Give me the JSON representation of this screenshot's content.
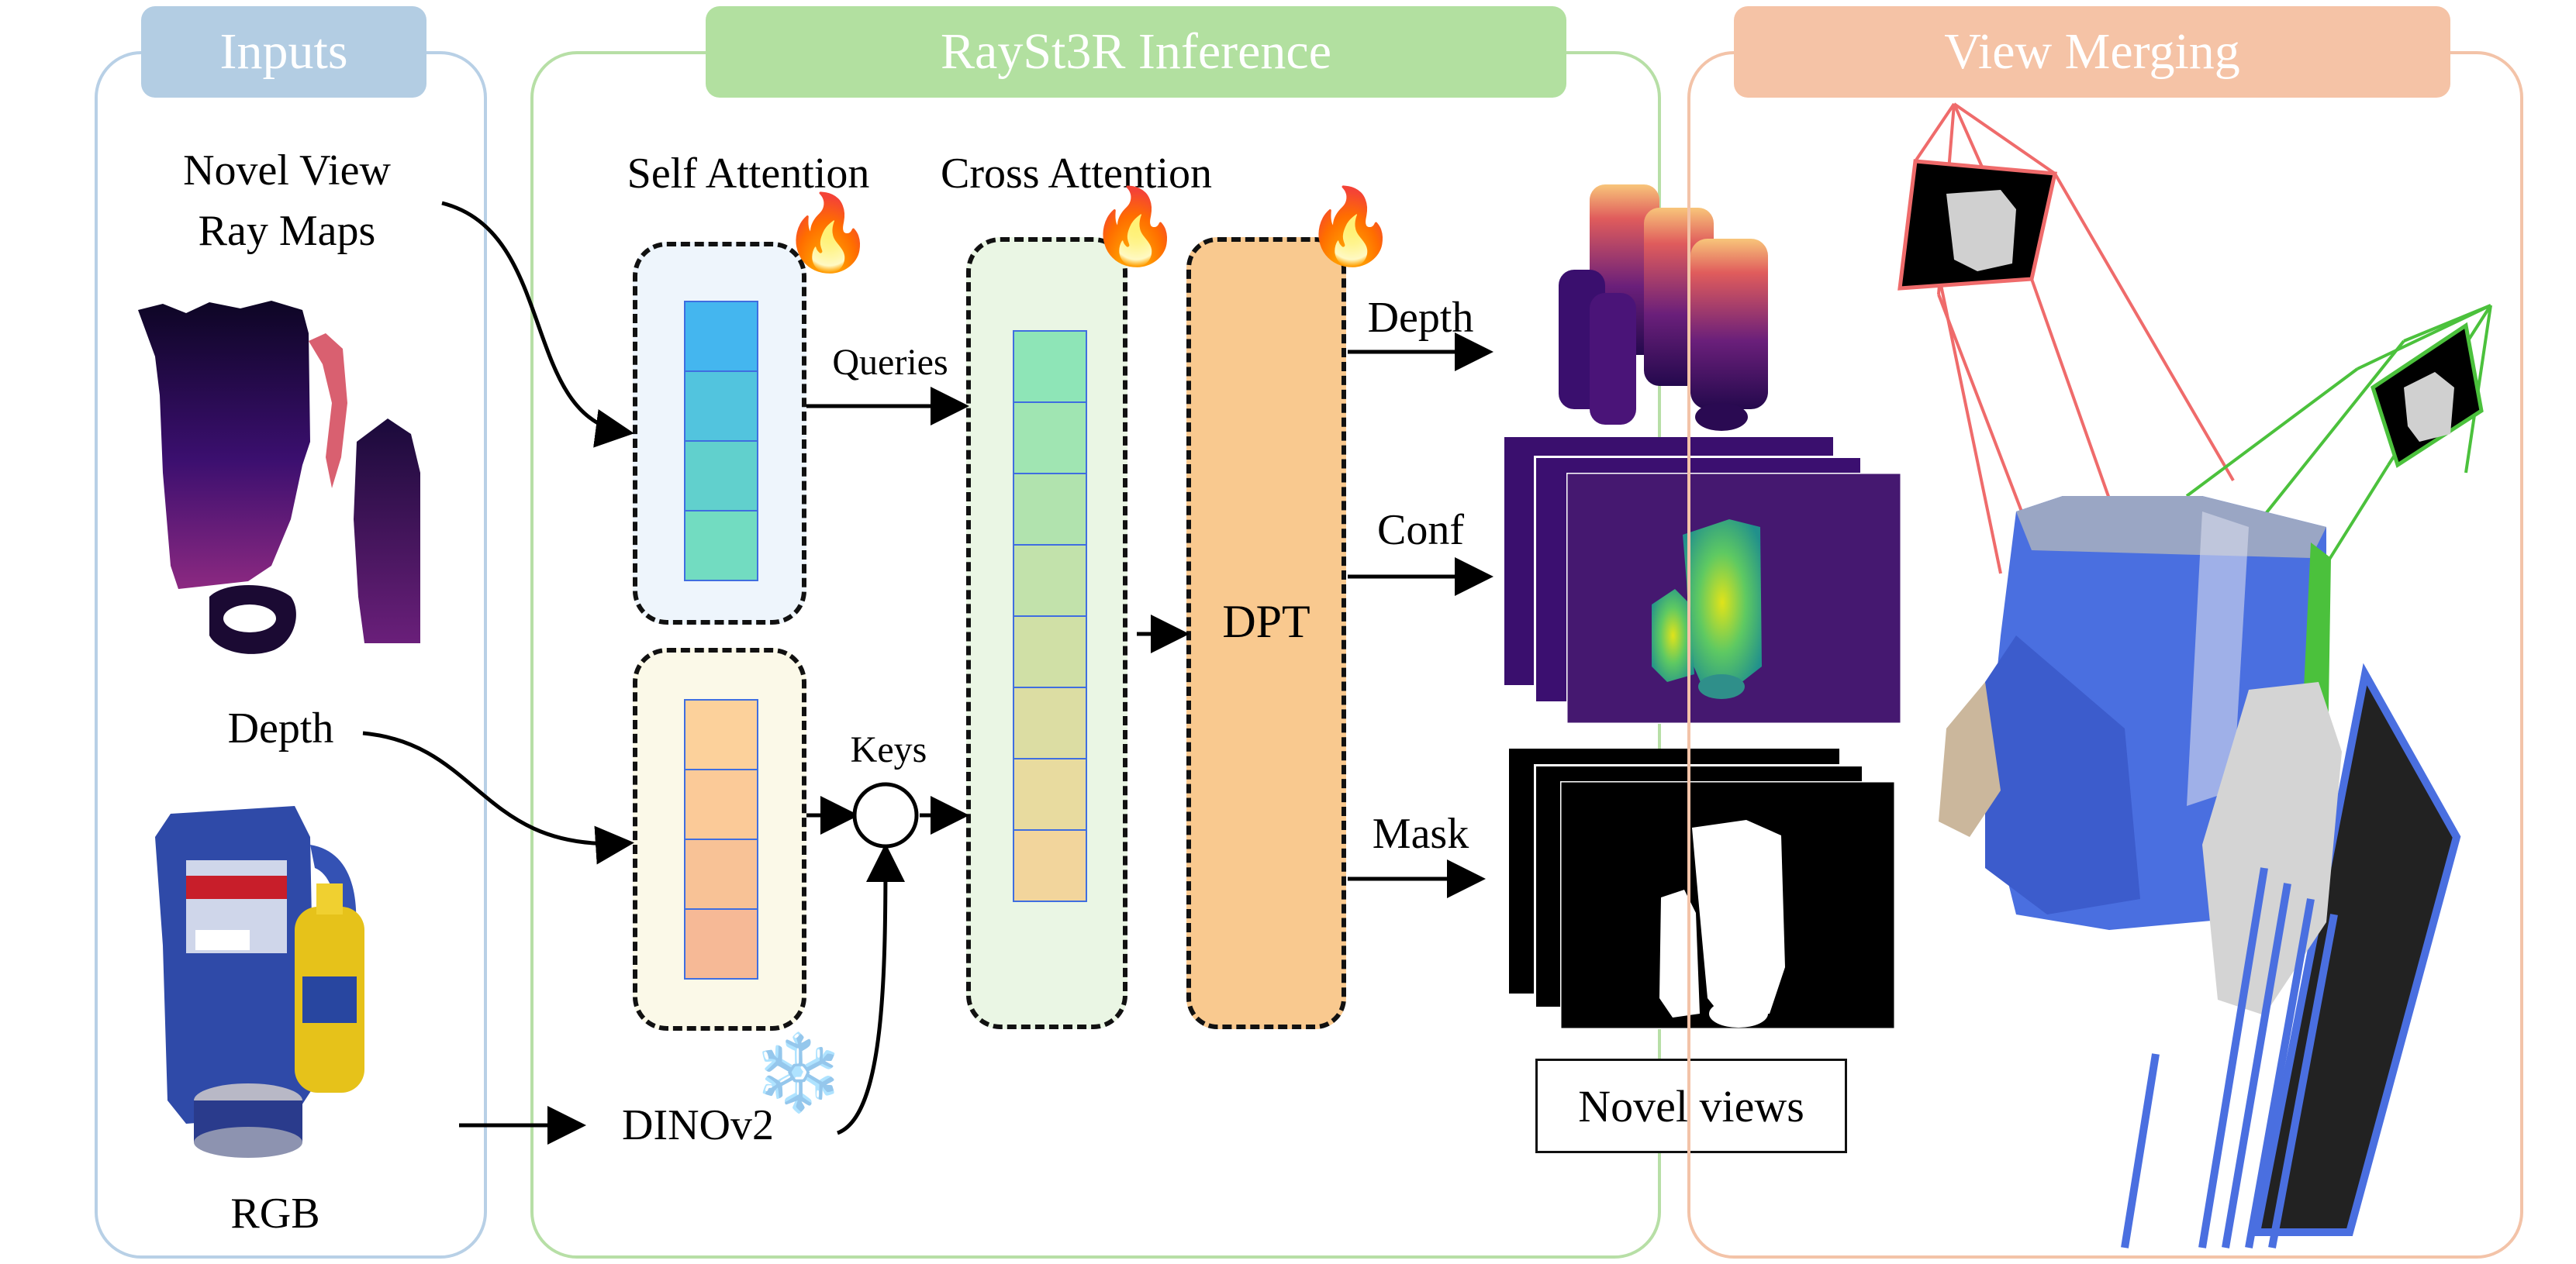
{
  "panels": {
    "inputs": {
      "title": "Inputs",
      "border": "#b8d0e6",
      "title_bg": "#b3cde3"
    },
    "inference": {
      "title": "RaySt3R Inference",
      "border": "#b7dfa6",
      "title_bg": "#b2e0a0"
    },
    "merging": {
      "title": "View Merging",
      "border": "#f3c3a8",
      "title_bg": "#f5c3a6"
    }
  },
  "inputs": {
    "novel_view_line1": "Novel View",
    "novel_view_line2": "Ray Maps",
    "depth": "Depth",
    "rgb": "RGB"
  },
  "inference": {
    "self_attention": "Self Attention",
    "cross_attention": "Cross Attention",
    "queries": "Queries",
    "keys": "Keys",
    "dinov2": "DINOv2",
    "dpt": "DPT",
    "fire_icon": "fire-icon",
    "snowflake_icon": "snowflake-icon"
  },
  "outputs": {
    "depth": "Depth",
    "conf": "Conf",
    "mask": "Mask",
    "novel_views": "Novel views"
  },
  "colors": {
    "self_attn_fill": "#eef5fc",
    "dino_fill": "#fbf9e8",
    "cross_attn_fill": "#eaf6e4",
    "dpt_fill": "#f9c98f",
    "depth_purple": "#3a0f6e",
    "conf_teal": "#21908c",
    "conf_yellow": "#e0e31a",
    "pc_blue": "#4a6fe0",
    "frustum_red": "#ef6b6b",
    "frustum_green": "#4bc13c",
    "frustum_blue": "#4a6fe0"
  }
}
